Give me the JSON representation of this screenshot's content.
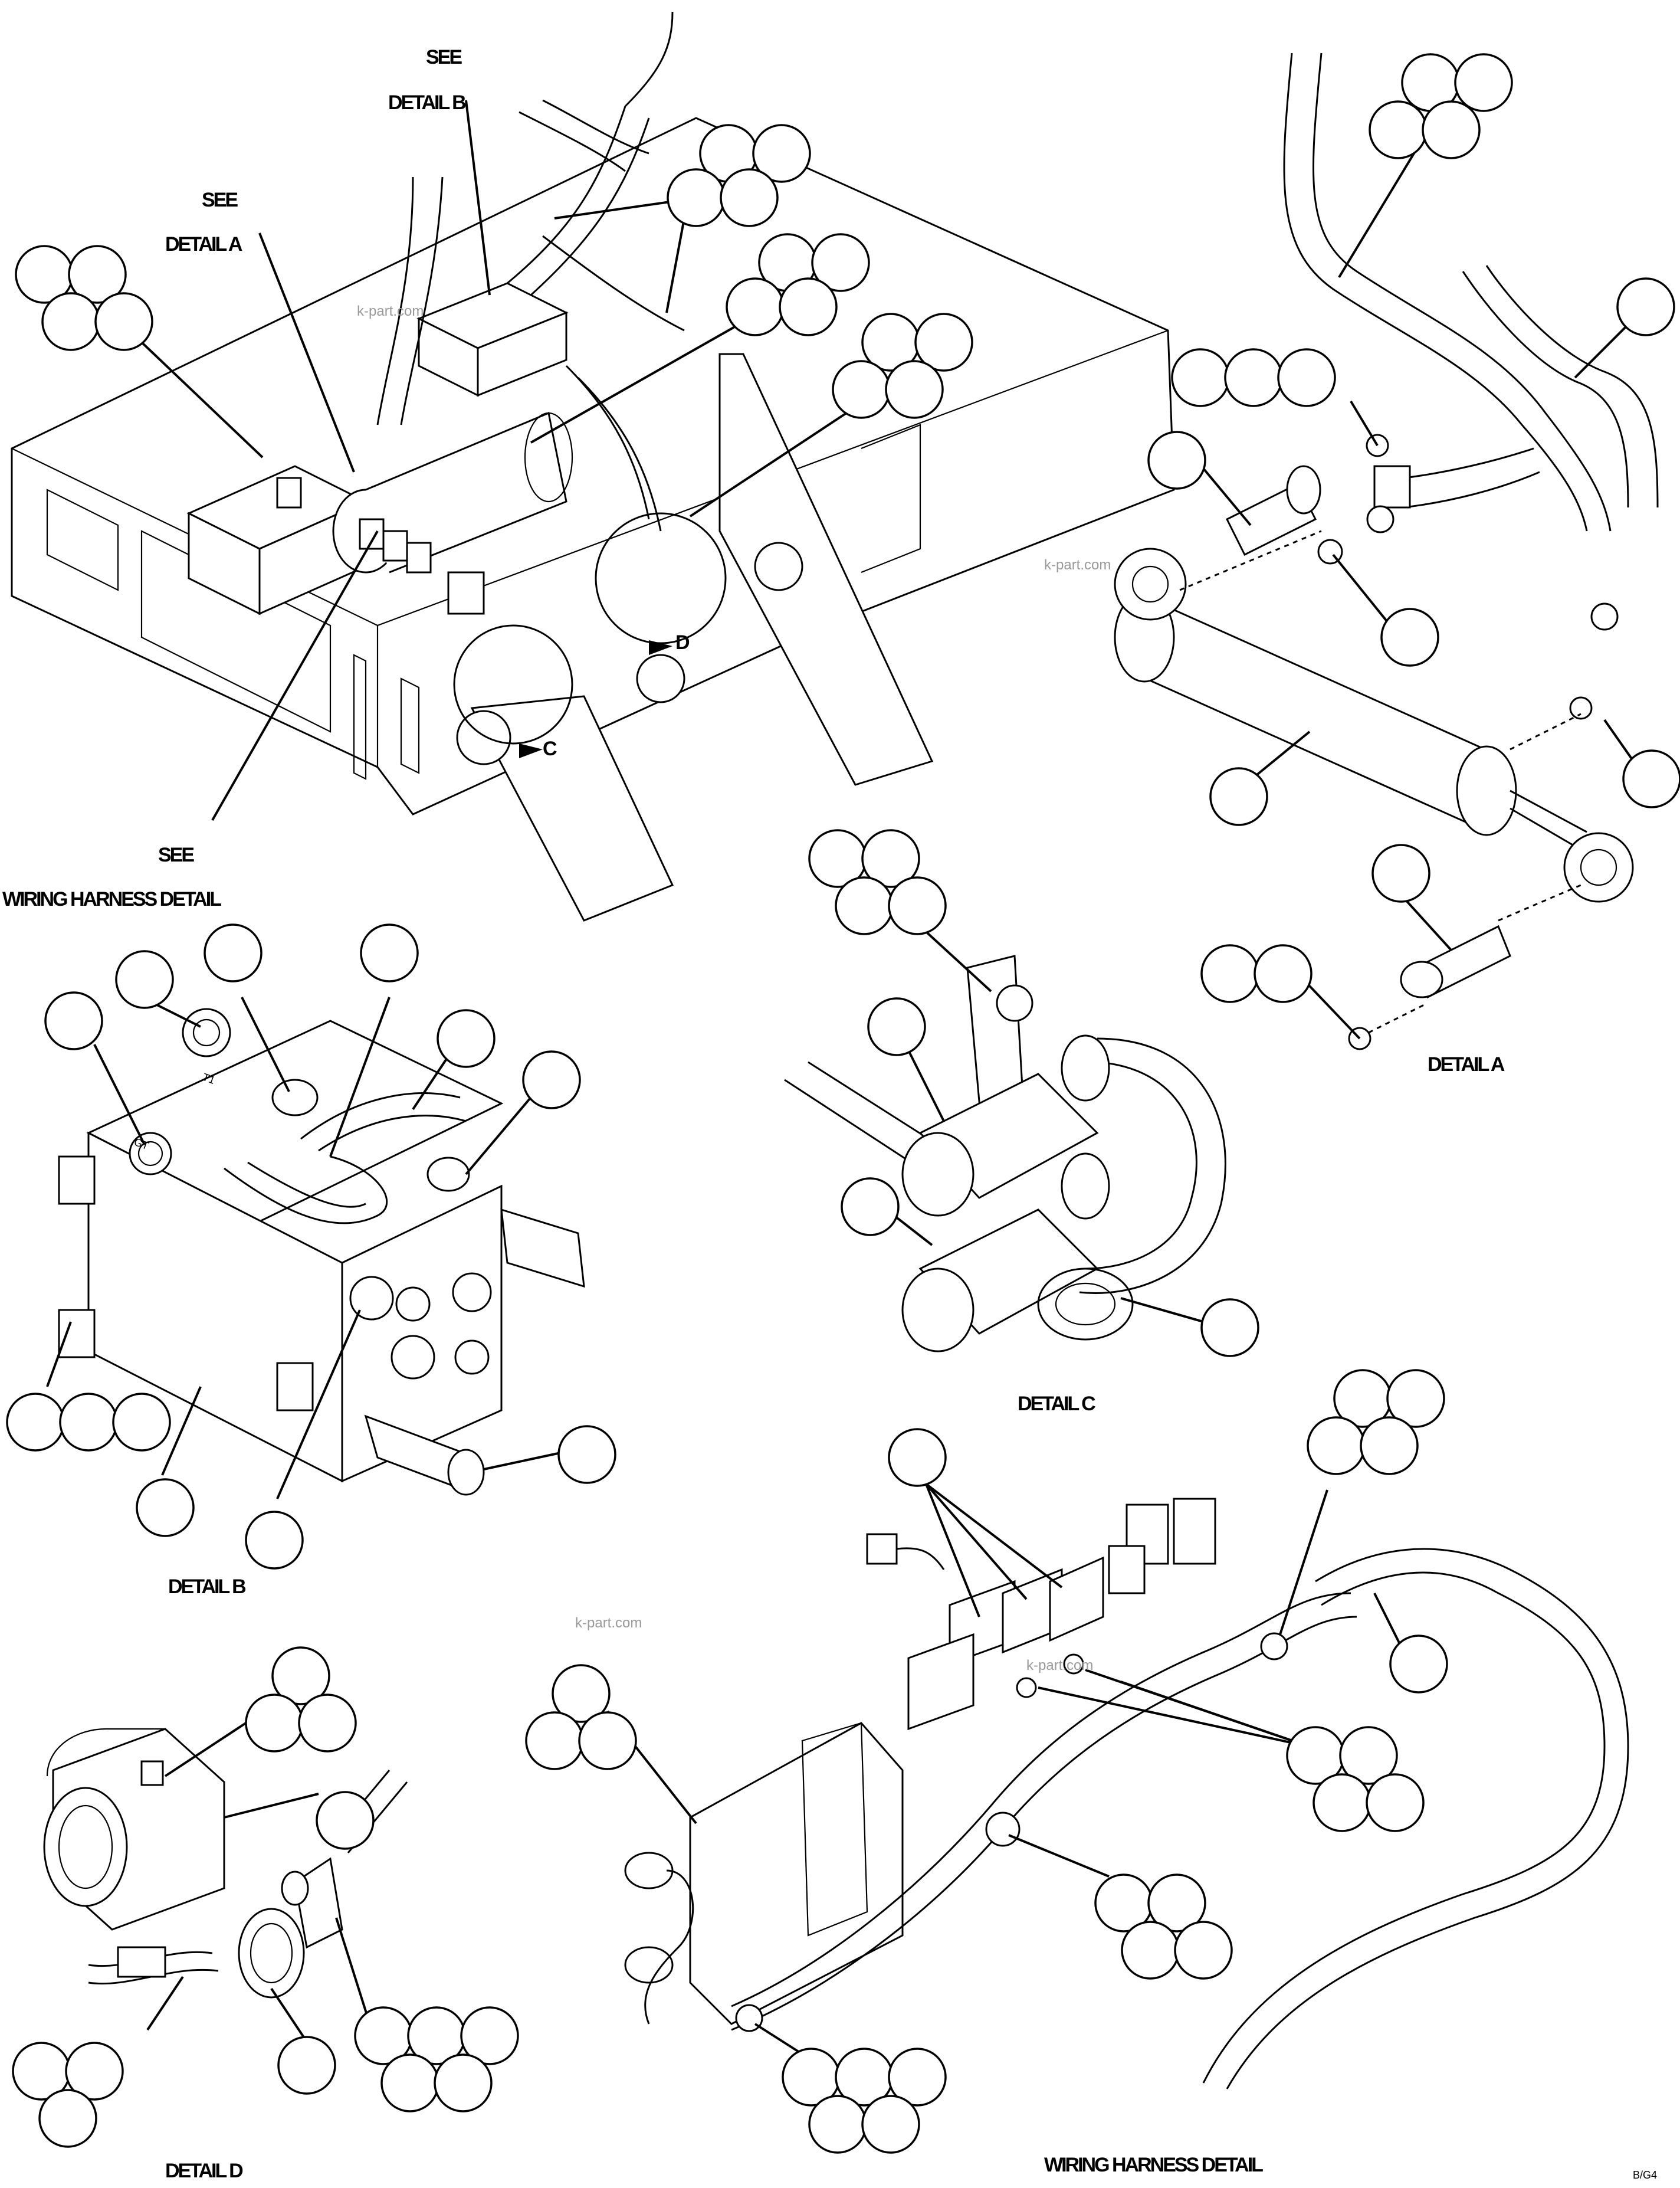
{
  "diagram": {
    "labels": {
      "see_detail_b_1": "SEE",
      "see_detail_b_2": "DETAIL B",
      "see_detail_a_1": "SEE",
      "see_detail_a_2": "DETAIL A",
      "see_wiring_1": "SEE",
      "see_wiring_2": "WIRING HARNESS DETAIL",
      "circle_c": "C",
      "circle_d": "D",
      "detail_a": "DETAIL A",
      "detail_b": "DETAIL B",
      "detail_c": "DETAIL C",
      "detail_d": "DETAIL D",
      "wiring_detail": "WIRING HARNESS DETAIL",
      "port_t1": "T1",
      "port_gt": "GT",
      "ref_code": "B/G4"
    },
    "watermarks": [
      "k-part.com",
      "k-part.com",
      "k-part.com",
      "k-part.com"
    ],
    "colors": {
      "line": "#000000",
      "background": "#ffffff",
      "watermark": "#9a9a9a"
    }
  }
}
